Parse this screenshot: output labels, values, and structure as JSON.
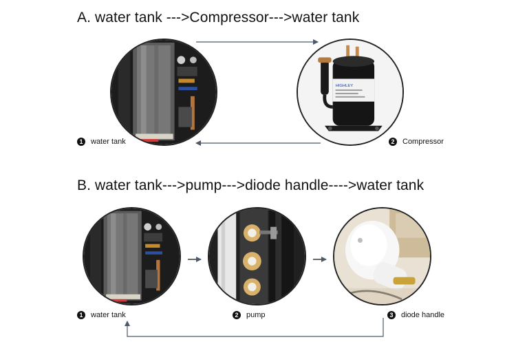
{
  "section_a": {
    "title": "A. water tank --->Compressor--->water tank",
    "labels": [
      {
        "num": "1",
        "text": "water tank"
      },
      {
        "num": "2",
        "text": "Compressor"
      }
    ]
  },
  "section_b": {
    "title": "B. water tank--->pump--->diode handle---->water tank",
    "labels": [
      {
        "num": "1",
        "text": "water tank"
      },
      {
        "num": "2",
        "text": "pump"
      },
      {
        "num": "3",
        "text": "diode handle"
      }
    ]
  },
  "compressor_brand": "HIGHLEY",
  "colors": {
    "line": "#4a5a6a",
    "outline": "#222222"
  }
}
